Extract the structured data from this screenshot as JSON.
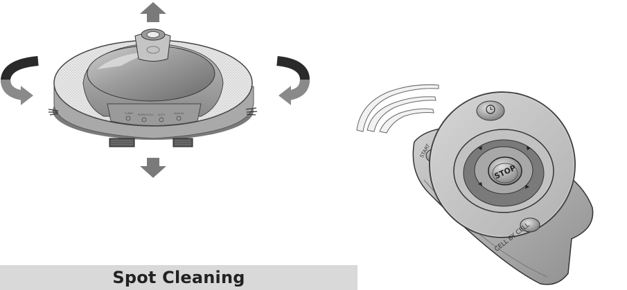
{
  "section": {
    "title": "Spot Cleaning"
  },
  "remote": {
    "stop_label": "STOP",
    "start_label": "START",
    "cell_by_cell_label": "CELL BY CELL"
  },
  "robot": {
    "panel_labels": [
      "TURBO",
      "REPEAT/CELL",
      "AUTO",
      "MANUAL"
    ]
  }
}
